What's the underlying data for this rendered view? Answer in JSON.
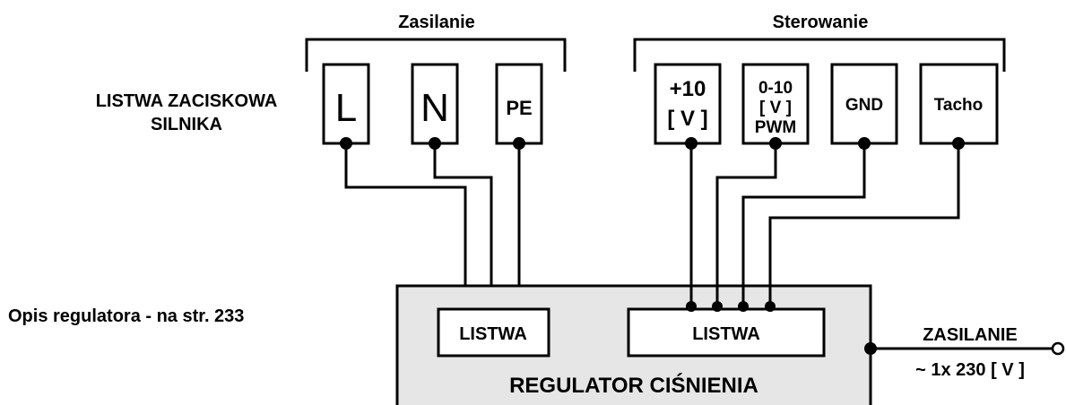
{
  "groups": {
    "power": "Zasilanie",
    "control": "Sterowanie"
  },
  "motor_terminal": {
    "line1": "LISTWA ZACISKOWA",
    "line2": "SILNIKA"
  },
  "power_terminals": {
    "L": "L",
    "N": "N",
    "PE": "PE"
  },
  "control_terminals": {
    "t10_line1": "+10",
    "t10_line2": "[ V ]",
    "pwm_line1": "0-10",
    "pwm_line2": "[ V ]",
    "pwm_line3": "PWM",
    "gnd": "GND",
    "tacho": "Tacho"
  },
  "regulator": {
    "listwa_left": "LISTWA",
    "listwa_right": "LISTWA",
    "title": "REGULATOR CIŚNIENIA",
    "description": "Opis regulatora -  na str. 233"
  },
  "supply": {
    "label": "ZASILANIE",
    "voltage": "~ 1x 230 [ V ]"
  },
  "colors": {
    "regulator_fill": "#e6e6e6",
    "line": "#000000"
  }
}
